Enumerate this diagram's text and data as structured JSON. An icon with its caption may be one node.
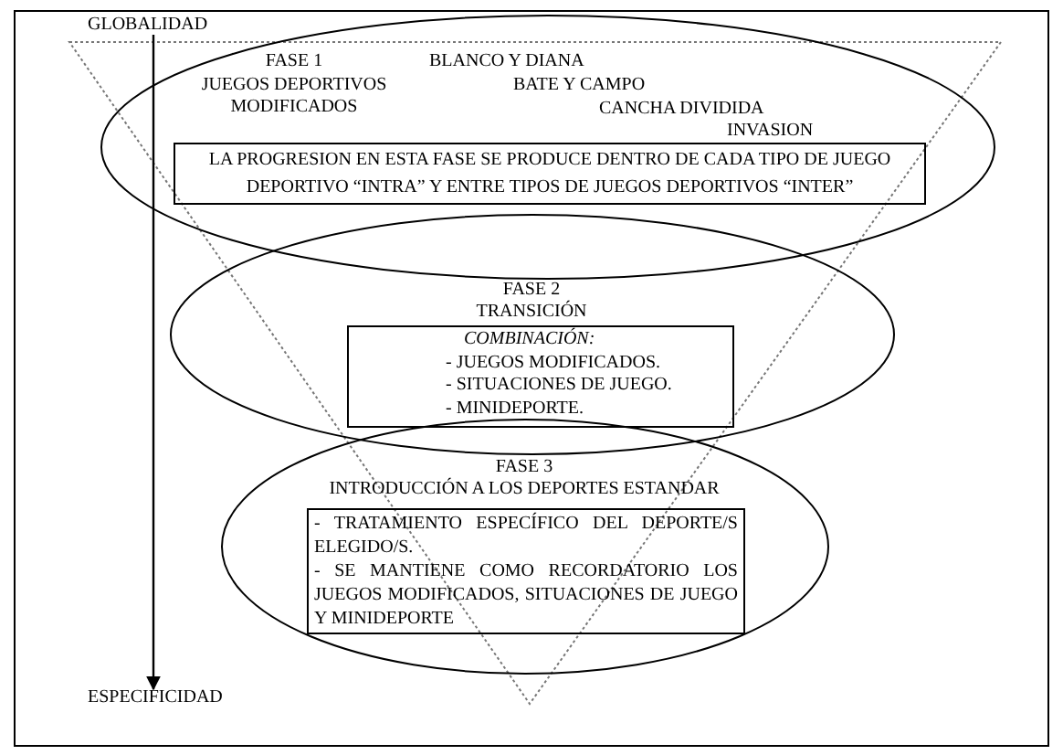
{
  "diagram": {
    "nodes": [
      {
        "text": [
          "FASE 1",
          "JUEGOS DEPORTIVOS MODIFICADOS",
          "BLANCO Y DIANA",
          "BATE Y CAMPO",
          "CANCHA DIVIDIDA",
          "INVASION"
        ]
      },
      {
        "text": [
          "LA PROGRESION EN ESTA FASE SE PRODUCE DENTRO DE CADA TIPO DE JUEGO DEPORTIVO “INTRA” Y ENTRE TIPOS DE JUEGOS DEPORTIVOS “INTER”"
        ],
        "in": 0
      },
      {
        "text": [
          "FASE 2",
          "TRANSICIÓN"
        ]
      },
      {
        "text": [
          "COMBINACIÓN:",
          "- JUEGOS MODIFICADOS.",
          "- SITUACIONES DE JUEGO.",
          "- MINIDEPORTE."
        ],
        "in": 2
      },
      {
        "text": [
          "FASE 3",
          "INTRODUCCIÓN A LOS DEPORTES ESTANDAR"
        ]
      },
      {
        "text": [
          "- TRATAMIENTO ESPECÍFICO DEL DEPORTE/S ELEGIDO/S.",
          "- SE MANTIENE COMO RECORDATORIO LOS JUEGOS MODIFICADOS, SITUACIONES DE JUEGO Y MINIDEPORTE"
        ],
        "in": 4
      }
    ],
    "labels": [
      "GLOBALIDAD",
      "ESPECIFICIDAD"
    ]
  }
}
